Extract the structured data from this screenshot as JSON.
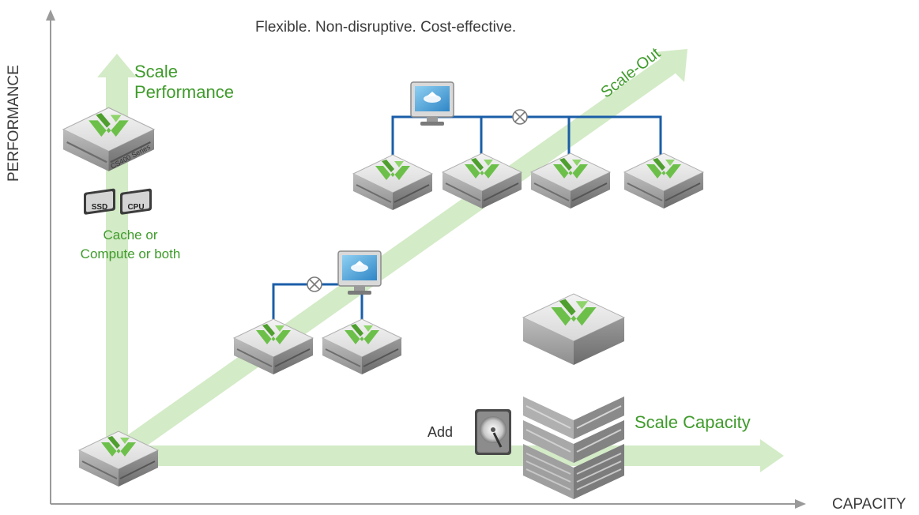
{
  "headline": "Flexible. Non-disruptive. Cost-effective.",
  "axes": {
    "y_label": "PERFORMANCE",
    "x_label": "CAPACITY"
  },
  "labels": {
    "scale_performance_line1": "Scale",
    "scale_performance_line2": "Performance",
    "scale_capacity": "Scale Capacity",
    "scale_out": "Scale-Out",
    "cache_line1": "Cache or",
    "cache_line2": "Compute or both",
    "add": "Add",
    "series_badge": "CS400 Series",
    "ssd_chip": "SSD",
    "cpu_chip": "CPU"
  },
  "colors": {
    "accent_green": "#3f9b2b",
    "arrow_green": "#cfe8c2",
    "network_blue": "#1a5ea8",
    "axis_gray": "#9a9a9a"
  },
  "icons": {
    "storage_node": "storage-node-icon",
    "management_monitor": "monitor-icon",
    "switch": "switch-icon",
    "hard_drive": "hard-drive-icon"
  }
}
